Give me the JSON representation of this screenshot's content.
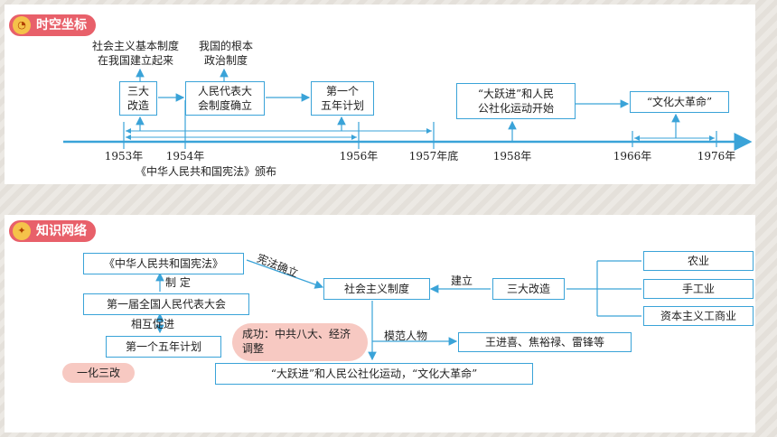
{
  "section1": {
    "title": "时空坐标"
  },
  "section2": {
    "title": "知识网络"
  },
  "timeline": {
    "notes": {
      "system_line1": "社会主义基本制度",
      "system_line2": "在我国建立起来",
      "political_line1": "我国的根本",
      "political_line2": "政治制度"
    },
    "boxes": {
      "three_reform_line1": "三大",
      "three_reform_line2": "改造",
      "npc_line1": "人民代表大",
      "npc_line2": "会制度确立",
      "fyp_line1": "第一个",
      "fyp_line2": "五年计划",
      "glf_line1": "“大跃进”和人民",
      "glf_line2": "公社化运动开始",
      "cr": "“文化大革命”"
    },
    "years": {
      "y1953": "1953年",
      "y1954": "1954年",
      "y1956": "1956年",
      "y1957": "1957年底",
      "y1958": "1958年",
      "y1966": "1966年",
      "y1976": "1976年"
    },
    "constitution_note": "《中华人民共和国宪法》颁布"
  },
  "network": {
    "constitution": "《中华人民共和国宪法》",
    "make_label": "制    定",
    "npc1": "第一届全国人民代表大会",
    "mutual_label": "相互促进",
    "fyp": "第一个五年计划",
    "yihua": "一化三改",
    "success": "成功：中共八大、经济调整",
    "const_confirm": "宪法确立",
    "socialism": "社会主义制度",
    "build": "建立",
    "three_reform": "三大改造",
    "agri": "农业",
    "handicraft": "手工业",
    "capitalist": "资本主义工商业",
    "model_label": "模范人物",
    "models": "王进喜、焦裕禄、雷锋等",
    "movement": "“大跃进”和人民公社化运动，“文化大革命”"
  },
  "colors": {
    "line": "#3aa3d8",
    "badge": "#e8606a",
    "bubble": "#f7c9c2"
  }
}
